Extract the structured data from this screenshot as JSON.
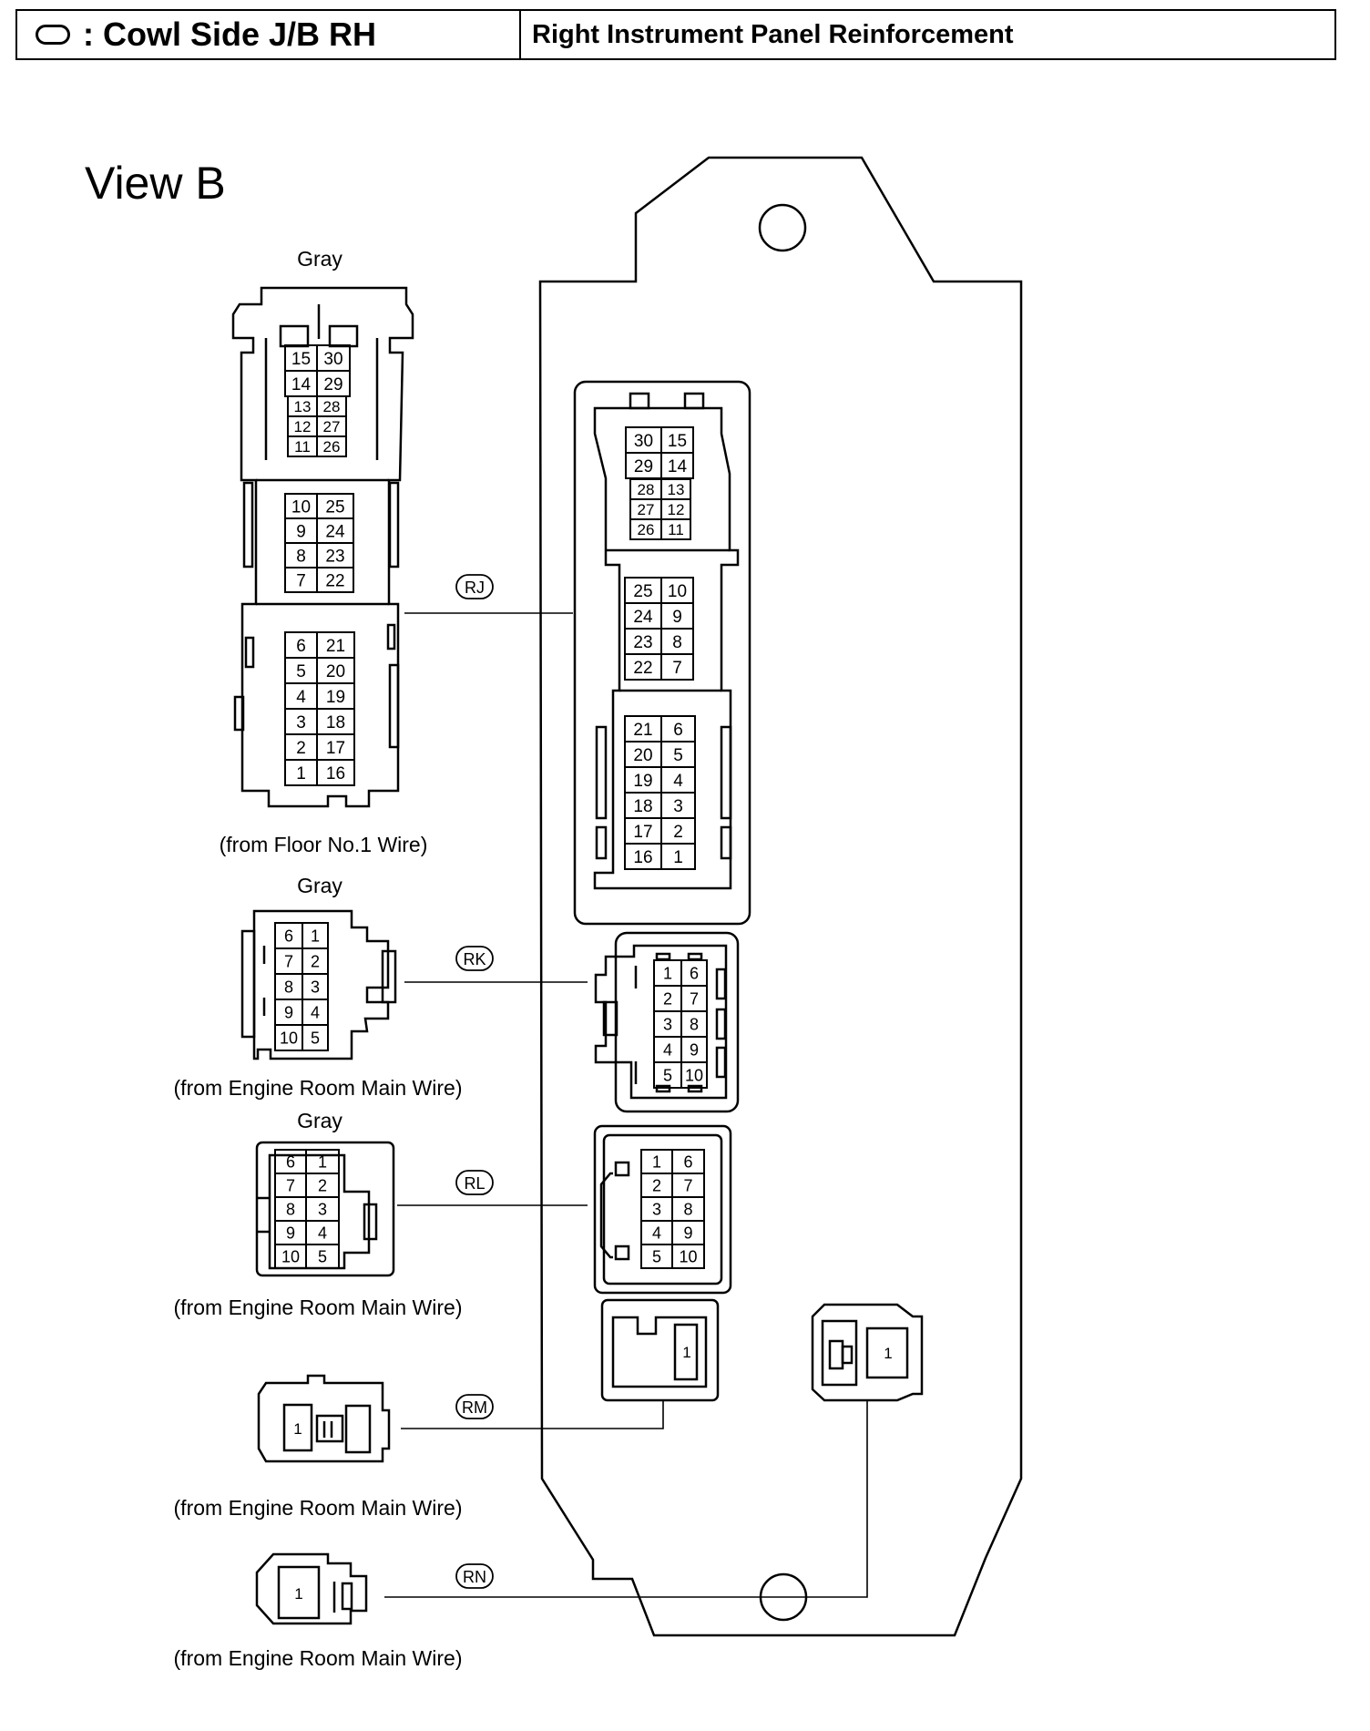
{
  "header": {
    "location": ": Cowl Side J/B RH",
    "mount": "Right Instrument Panel Reinforcement"
  },
  "view_label": "View B",
  "connectors": [
    {
      "code": "RJ",
      "color": "Gray",
      "source": "(from Floor No.1 Wire)"
    },
    {
      "code": "RK",
      "color": "Gray",
      "source": "(from Engine Room Main Wire)"
    },
    {
      "code": "RL",
      "color": "Gray",
      "source": "(from Engine Room Main Wire)"
    },
    {
      "code": "RM",
      "source": "(from Engine Room Main Wire)"
    },
    {
      "code": "RN",
      "source": "(from Engine Room Main Wire)"
    }
  ],
  "pins": {
    "rj_left": [
      [
        "15",
        "30"
      ],
      [
        "14",
        "29"
      ],
      [
        "13",
        "28"
      ],
      [
        "12",
        "27"
      ],
      [
        "11",
        "26"
      ],
      [
        "10",
        "25"
      ],
      [
        "9",
        "24"
      ],
      [
        "8",
        "23"
      ],
      [
        "7",
        "22"
      ],
      [
        "6",
        "21"
      ],
      [
        "5",
        "20"
      ],
      [
        "4",
        "19"
      ],
      [
        "3",
        "18"
      ],
      [
        "2",
        "17"
      ],
      [
        "1",
        "16"
      ]
    ],
    "rj_right": [
      [
        "30",
        "15"
      ],
      [
        "29",
        "14"
      ],
      [
        "28",
        "13"
      ],
      [
        "27",
        "12"
      ],
      [
        "26",
        "11"
      ],
      [
        "25",
        "10"
      ],
      [
        "24",
        "9"
      ],
      [
        "23",
        "8"
      ],
      [
        "22",
        "7"
      ],
      [
        "21",
        "6"
      ],
      [
        "20",
        "5"
      ],
      [
        "19",
        "4"
      ],
      [
        "18",
        "3"
      ],
      [
        "17",
        "2"
      ],
      [
        "16",
        "1"
      ]
    ],
    "rk_left": [
      [
        "6",
        "1"
      ],
      [
        "7",
        "2"
      ],
      [
        "8",
        "3"
      ],
      [
        "9",
        "4"
      ],
      [
        "10",
        "5"
      ]
    ],
    "rk_right": [
      [
        "1",
        "6"
      ],
      [
        "2",
        "7"
      ],
      [
        "3",
        "8"
      ],
      [
        "4",
        "9"
      ],
      [
        "5",
        "10"
      ]
    ],
    "rl_left": [
      [
        "6",
        "1"
      ],
      [
        "7",
        "2"
      ],
      [
        "8",
        "3"
      ],
      [
        "9",
        "4"
      ],
      [
        "10",
        "5"
      ]
    ],
    "rl_right": [
      [
        "1",
        "6"
      ],
      [
        "2",
        "7"
      ],
      [
        "3",
        "8"
      ],
      [
        "4",
        "9"
      ],
      [
        "5",
        "10"
      ]
    ],
    "single": "1"
  }
}
